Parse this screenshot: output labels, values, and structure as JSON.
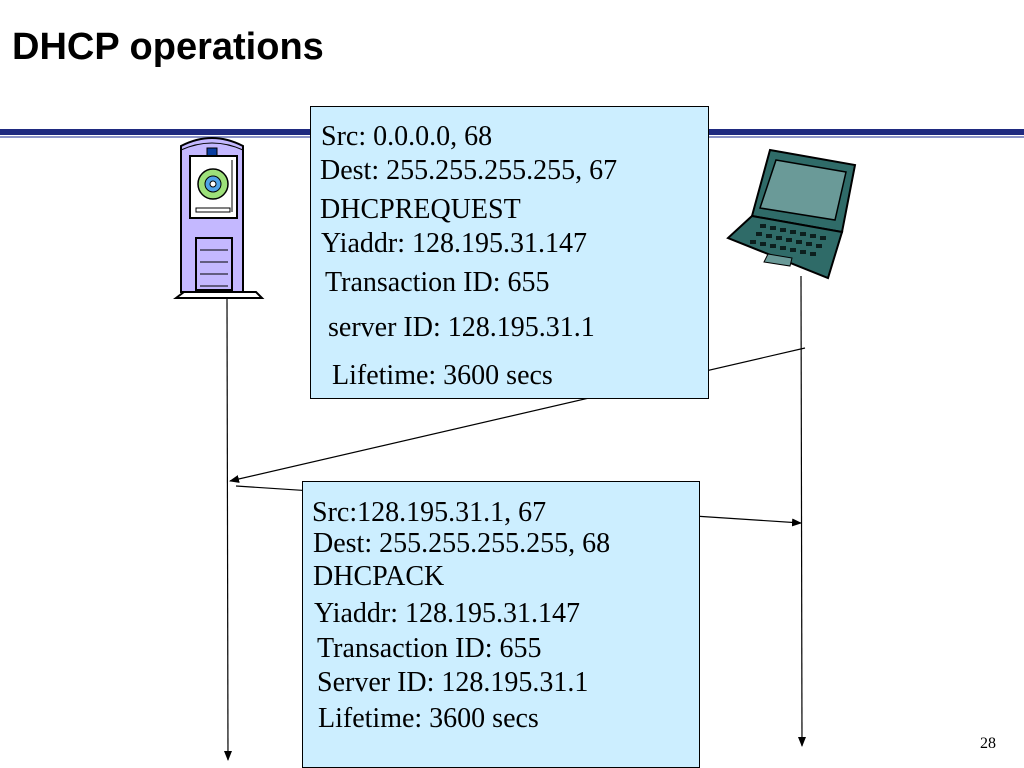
{
  "title": "DHCP operations",
  "page_number": "28",
  "request_box": {
    "lines": [
      "Src: 0.0.0.0, 68",
      "Dest: 255.255.255.255, 67",
      "DHCPREQUEST",
      "Yiaddr: 128.195.31.147",
      "Transaction ID: 655",
      "server ID: 128.195.31.1",
      "Lifetime: 3600 secs"
    ]
  },
  "ack_box": {
    "lines": [
      "Src:128.195.31.1, 67",
      "Dest: 255.255.255.255, 68",
      "DHCPACK",
      "Yiaddr: 128.195.31.147",
      "Transaction ID: 655",
      "Server ID: 128.195.31.1",
      "Lifetime: 3600 secs"
    ]
  },
  "nodes": {
    "server": {
      "icon": "server-tower-icon"
    },
    "client": {
      "icon": "laptop-icon"
    }
  },
  "colors": {
    "header_rule": "#1f2a80",
    "box_fill": "#cceeff",
    "server_body": "#c4b8ff",
    "laptop_body": "#2f6b68"
  }
}
